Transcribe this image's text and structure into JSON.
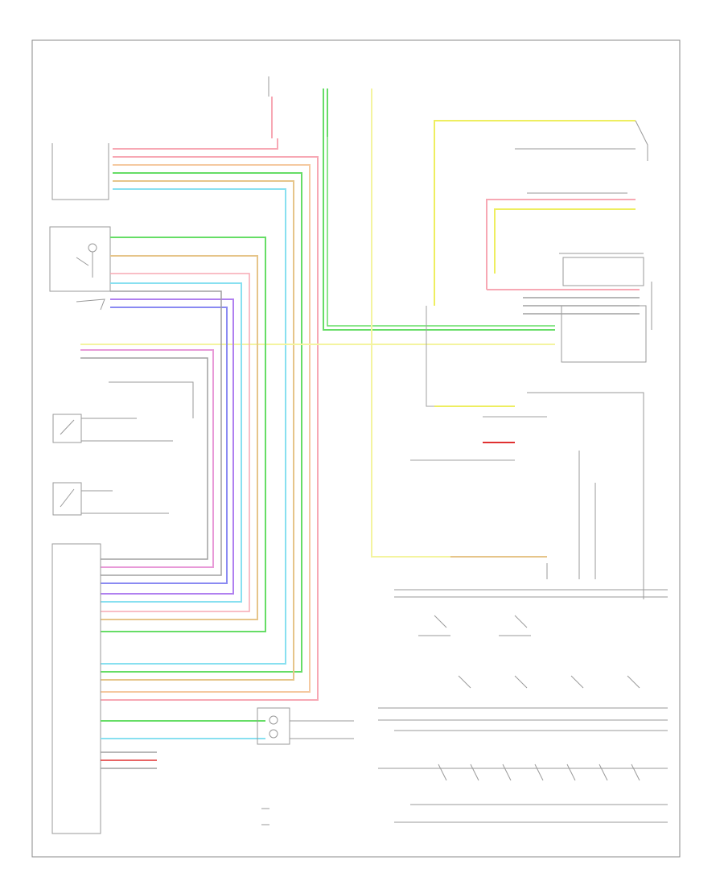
{
  "diagram": {
    "footer_code": "",
    "colors": {
      "frame": "#8a8a8a",
      "component": "#9a9a9a",
      "wire_red": "#f7a8b4",
      "wire_pink": "#e89ad8",
      "wire_orange": "#f5c9a0",
      "wire_tan": "#e6c58a",
      "wire_green": "#66dd66",
      "wire_cyan": "#88e0f0",
      "wire_blue": "#8a8af2",
      "wire_violet": "#b080f0",
      "wire_yellow": "#eeee60",
      "wire_lightyellow": "#f4f4a0",
      "wire_gray": "#a0a0a0",
      "wire_darkred": "#e03030"
    },
    "components": [
      {
        "id": "fuse-box-top-left"
      },
      {
        "id": "auto-leveling-sensor"
      },
      {
        "id": "multi-switch"
      },
      {
        "id": "high-beam-switch"
      },
      {
        "id": "steering-assembly"
      },
      {
        "id": "mode-switch"
      },
      {
        "id": "rear-switch"
      },
      {
        "id": "headlight-control-unit"
      },
      {
        "id": "right-headlight-assembly"
      },
      {
        "id": "right-module-board"
      },
      {
        "id": "headlight-switch-bus"
      },
      {
        "id": "steering-wheel-switch"
      },
      {
        "id": "audio-remote-switch"
      }
    ]
  }
}
